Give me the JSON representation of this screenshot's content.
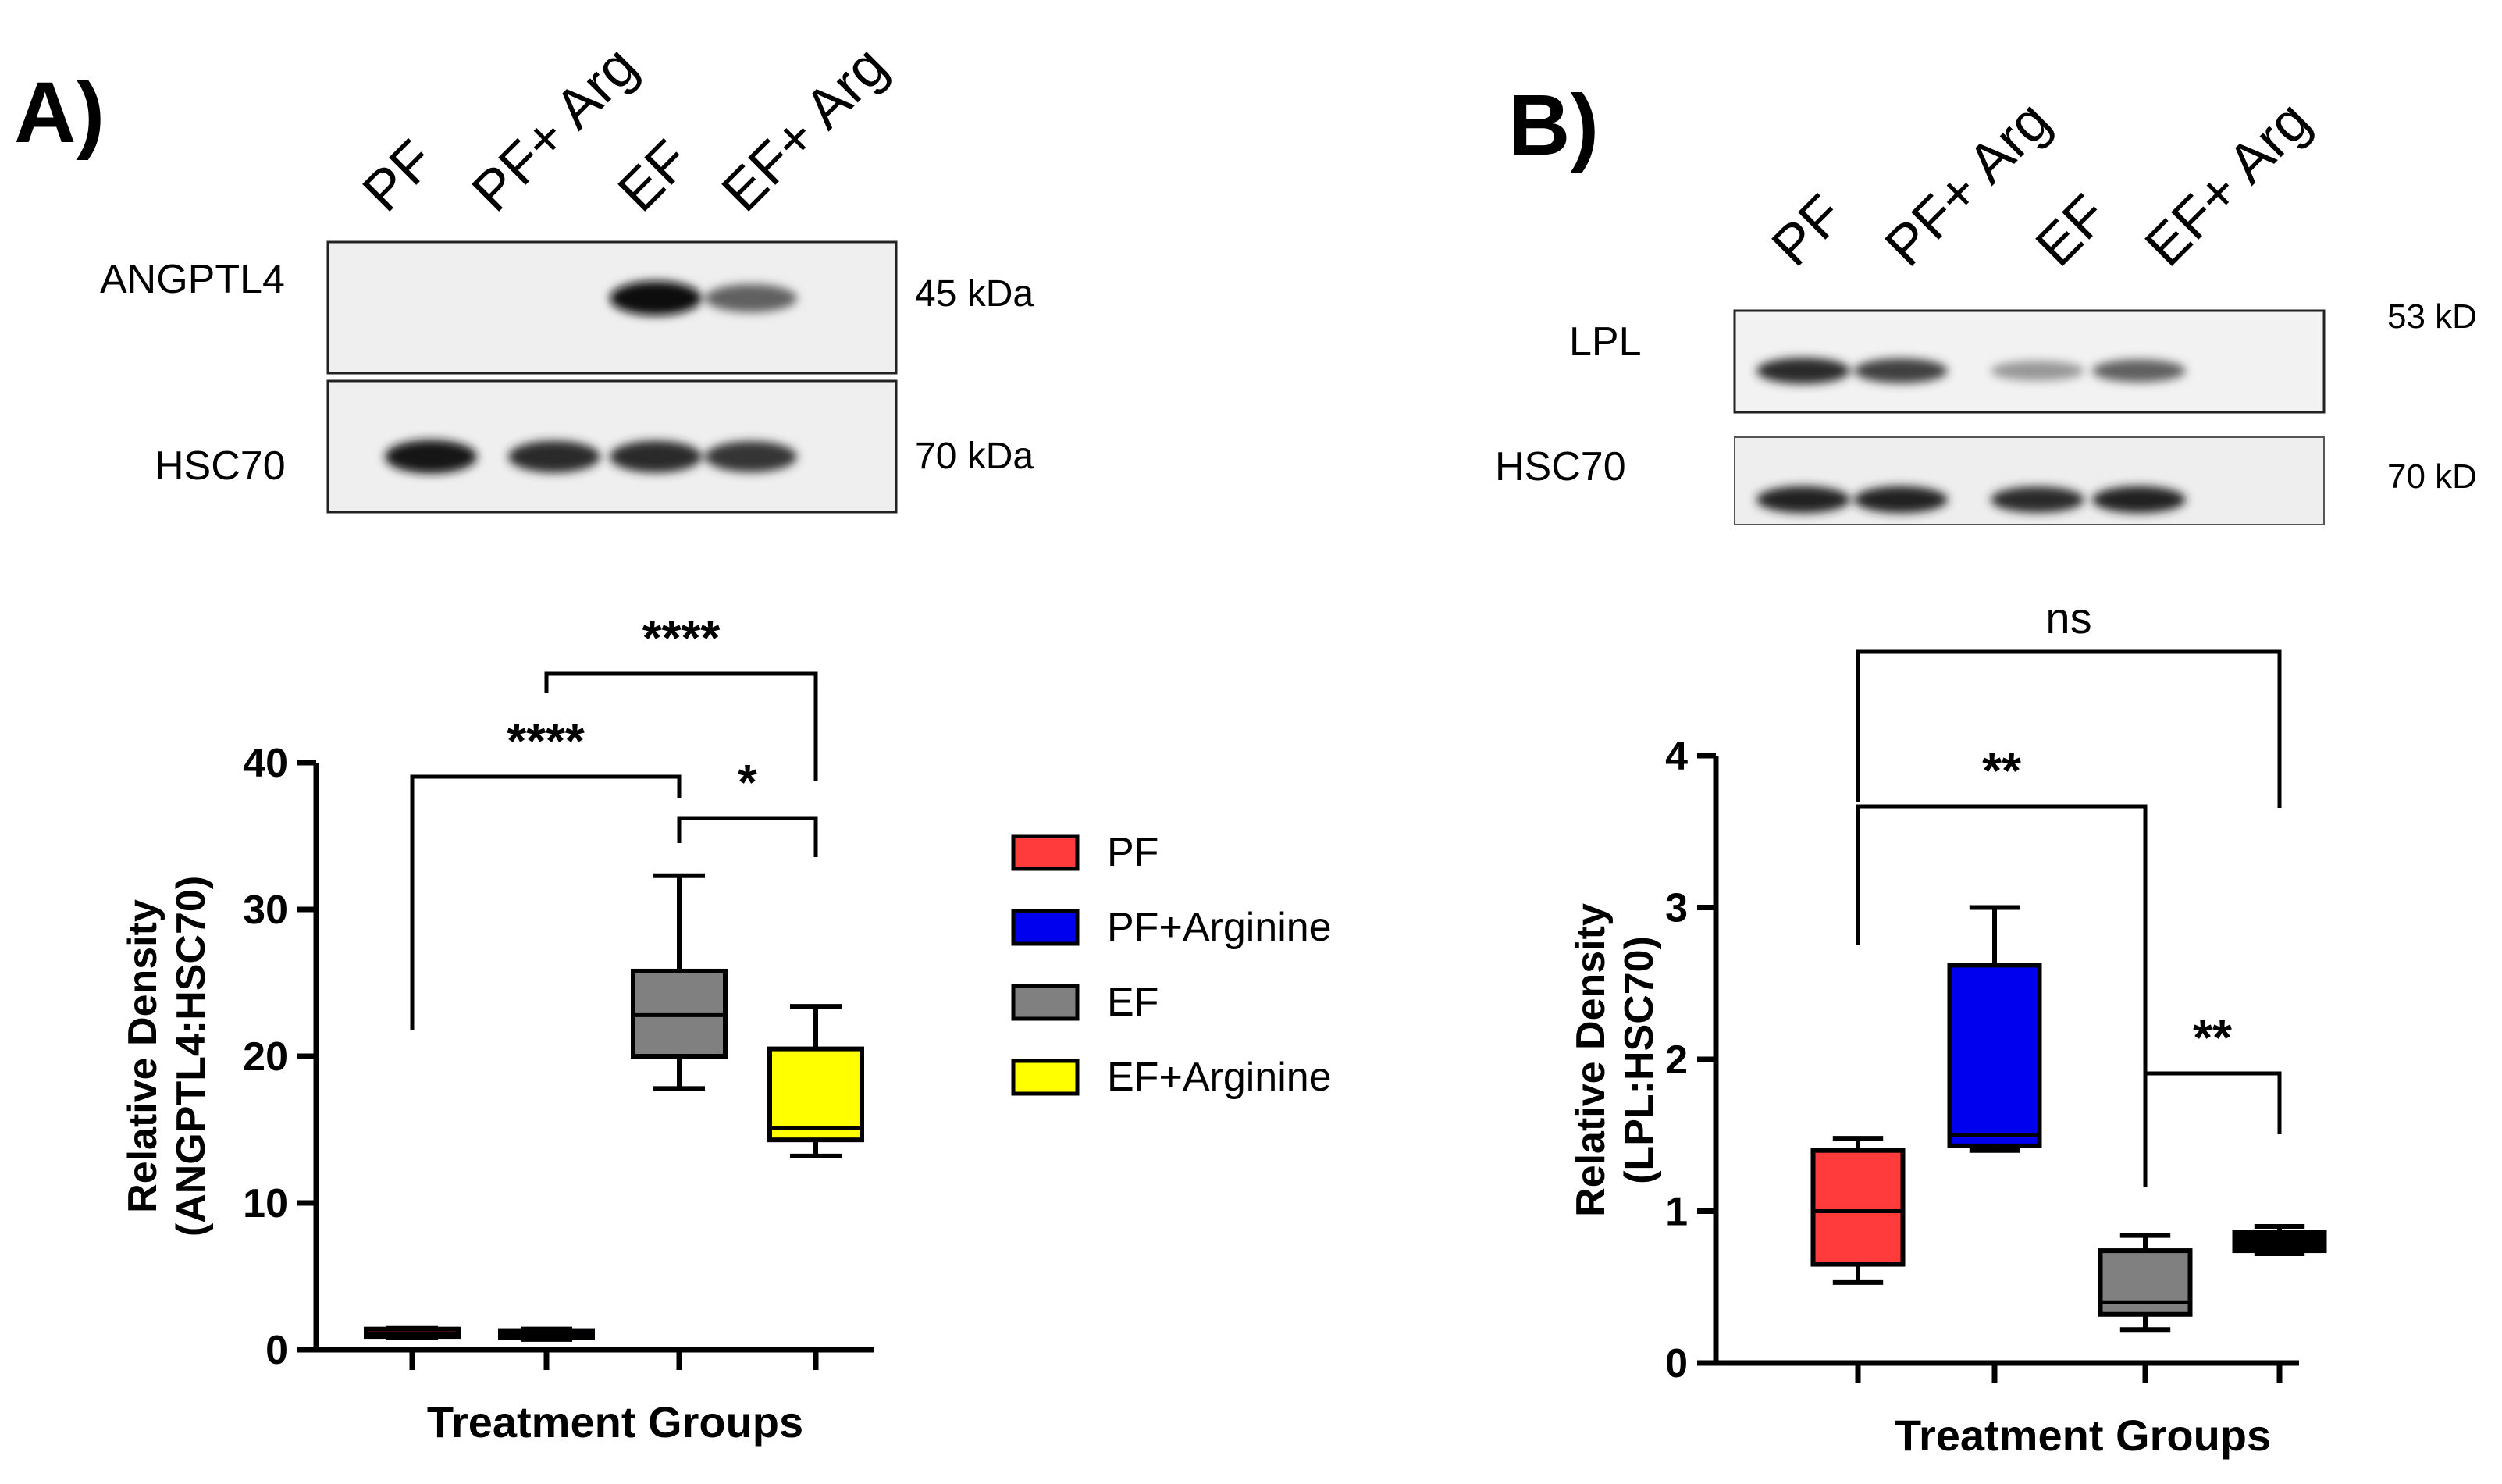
{
  "panel_a": {
    "label": "A)",
    "lanes": [
      "PF",
      "PF+ Arg",
      "EF",
      "EF+ Arg"
    ],
    "blot_rows": [
      {
        "protein": "ANGPTL4",
        "size": "45 kDa",
        "intensity": [
          0.0,
          0.0,
          1.0,
          0.6
        ]
      },
      {
        "protein": "HSC70",
        "size": "70 kDa",
        "intensity": [
          0.95,
          0.85,
          0.85,
          0.8
        ]
      }
    ],
    "legend": [
      {
        "label": "PF",
        "color": "#ff3b3b"
      },
      {
        "label": "PF+Arginine",
        "color": "#0000ee"
      },
      {
        "label": "EF",
        "color": "#808080"
      },
      {
        "label": "EF+Arginine",
        "color": "#ffff00"
      }
    ]
  },
  "panel_b": {
    "label": "B)",
    "lanes": [
      "PF",
      "PF+ Arg",
      "EF",
      "EF+ Arg"
    ],
    "blot_rows": [
      {
        "protein": "LPL",
        "size": "53 kD",
        "intensity": [
          0.85,
          0.75,
          0.35,
          0.6
        ]
      },
      {
        "protein": "HSC70",
        "size": "70 kD",
        "intensity": [
          0.9,
          0.9,
          0.85,
          0.9
        ]
      }
    ]
  },
  "chart_data": [
    {
      "type": "box",
      "xlabel": "Treatment  Groups",
      "ylabel": [
        "Relative Density",
        "(ANGPTL4:HSC70)"
      ],
      "ylim": [
        0,
        40
      ],
      "yticks": [
        0,
        10,
        20,
        30,
        40
      ],
      "categories": [
        "PF",
        "PF+Arginine",
        "EF",
        "EF+Arginine"
      ],
      "colors": [
        "#ff3b3b",
        "#0000ee",
        "#808080",
        "#ffff00"
      ],
      "boxes": [
        {
          "min": 0.8,
          "q1": 0.9,
          "median": 1.1,
          "q3": 1.4,
          "max": 1.5
        },
        {
          "min": 0.7,
          "q1": 0.8,
          "median": 1.0,
          "q3": 1.3,
          "max": 1.4
        },
        {
          "min": 17.8,
          "q1": 20.0,
          "median": 22.8,
          "q3": 25.8,
          "max": 32.3
        },
        {
          "min": 13.2,
          "q1": 14.3,
          "median": 15.1,
          "q3": 20.5,
          "max": 23.4
        }
      ],
      "significance": [
        {
          "from": 0,
          "to": 2,
          "label": "****"
        },
        {
          "from": 1,
          "to": 3,
          "label": "****"
        },
        {
          "from": 2,
          "to": 3,
          "label": "*"
        }
      ]
    },
    {
      "type": "box",
      "xlabel": "Treatment  Groups",
      "ylabel": [
        "Relative  Density",
        "(LPL:HSC70)"
      ],
      "ylim": [
        0,
        4
      ],
      "yticks": [
        0,
        1,
        2,
        3,
        4
      ],
      "categories": [
        "PF",
        "PF+Arginine",
        "EF",
        "EF+Arginine"
      ],
      "colors": [
        "#ff3b3b",
        "#0000ee",
        "#808080",
        "#000000"
      ],
      "boxes": [
        {
          "min": 0.53,
          "q1": 0.65,
          "median": 1.0,
          "q3": 1.4,
          "max": 1.48
        },
        {
          "min": 1.4,
          "q1": 1.43,
          "median": 1.5,
          "q3": 2.62,
          "max": 3.0
        },
        {
          "min": 0.22,
          "q1": 0.32,
          "median": 0.4,
          "q3": 0.74,
          "max": 0.84
        },
        {
          "min": 0.72,
          "q1": 0.74,
          "median": 0.8,
          "q3": 0.86,
          "max": 0.9
        }
      ],
      "significance": [
        {
          "from": 0,
          "to": 3,
          "label": "ns"
        },
        {
          "from": 0,
          "to": 2,
          "label": "**"
        },
        {
          "from": 2,
          "to": 3,
          "label": "**"
        }
      ]
    }
  ]
}
